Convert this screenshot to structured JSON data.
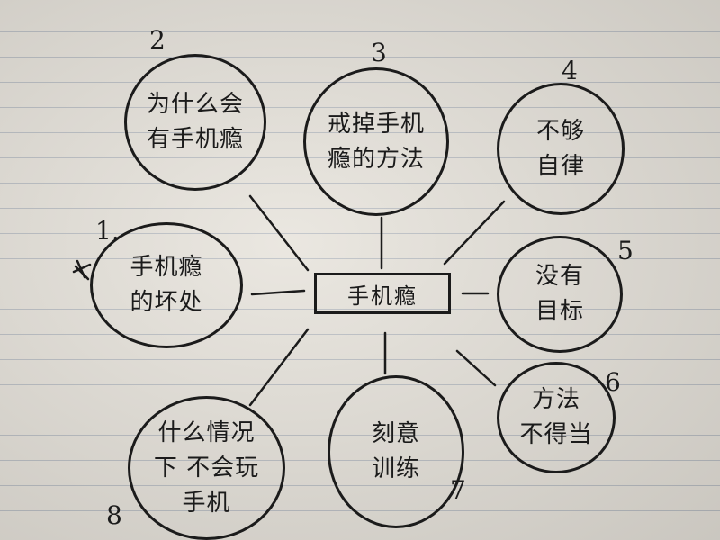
{
  "center": {
    "text": "手机瘾"
  },
  "nodes": [
    {
      "number": "2",
      "text": "为什么会\n有手机瘾"
    },
    {
      "number": "3",
      "text": "戒掉手机\n瘾的方法"
    },
    {
      "number": "4",
      "text": "不够\n自律"
    },
    {
      "number": "1.",
      "text": "手机瘾\n的坏处"
    },
    {
      "number": "5",
      "text": "没有\n目标"
    },
    {
      "number": "6",
      "text": "方法\n不得当"
    },
    {
      "number": "8",
      "text": "什么情况\n下 不会玩\n手机"
    },
    {
      "number": "7",
      "text": "刻意\n训练"
    }
  ],
  "colors": {
    "ink": "#1b1b1b",
    "paper": "#e6e2da",
    "rule": "#b9bdc2"
  }
}
